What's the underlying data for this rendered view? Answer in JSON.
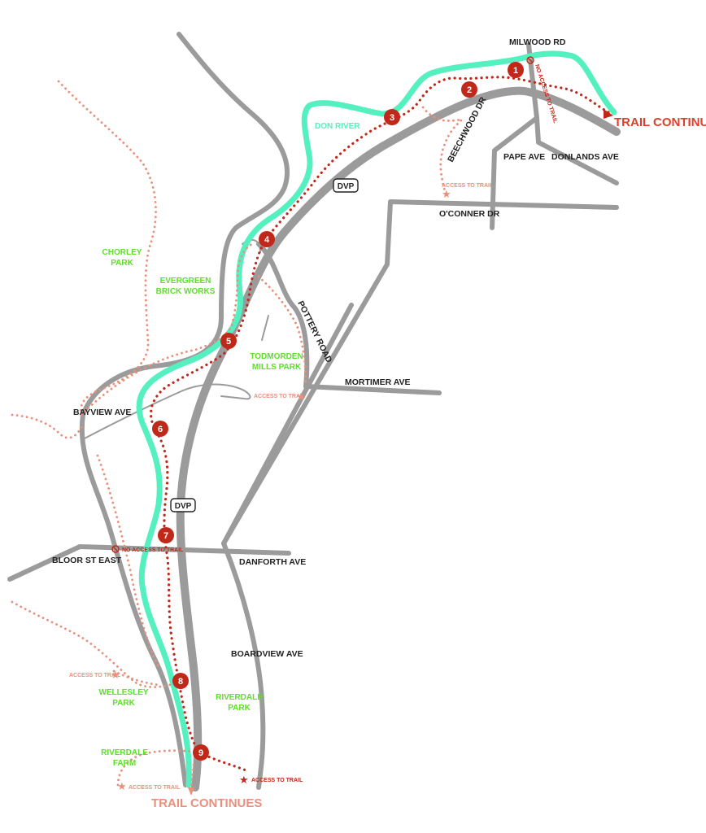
{
  "labels": {
    "milwood": "MILWOOD RD",
    "pape": "PAPE AVE",
    "donlands": "DONLANDS AVE",
    "oconner": "O'CONNER DR",
    "beechwood": "BEECHWOOD DR",
    "pottery": "POTTERY ROAD",
    "mortimer": "MORTIMER AVE",
    "bayview": "BAYVIEW AVE",
    "bloor": "BLOOR ST EAST",
    "danforth": "DANFORTH AVE",
    "boardview": "BOARDVIEW AVE",
    "don_river": "DON RIVER",
    "dvp": "DVP"
  },
  "parks": {
    "chorley_1": "CHORLEY",
    "chorley_2": "PARK",
    "evergreen_1": "EVERGREEN",
    "evergreen_2": "BRICK WORKS",
    "todmorden_1": "TODMORDEN",
    "todmorden_2": "MILLS PARK",
    "wellesley_1": "WELLESLEY",
    "wellesley_2": "PARK",
    "riverdale_park_1": "RIVERDALE",
    "riverdale_park_2": "PARK",
    "riverdale_farm_1": "RIVERDALE",
    "riverdale_farm_2": "FARM"
  },
  "access": {
    "text": "ACCESS TO TRAIL",
    "no_access": "NO ACCESS TO TRAIL"
  },
  "trail_continues": "TRAIL CONTINUES",
  "markers": [
    "1",
    "2",
    "3",
    "4",
    "5",
    "6",
    "7",
    "8",
    "9"
  ],
  "colors": {
    "road": "#9b9b9b",
    "river": "#55f0bf",
    "trail_main": "#c0281a",
    "trail_side": "#e9907c",
    "park_label": "#5de02a",
    "street_label": "#222222"
  }
}
